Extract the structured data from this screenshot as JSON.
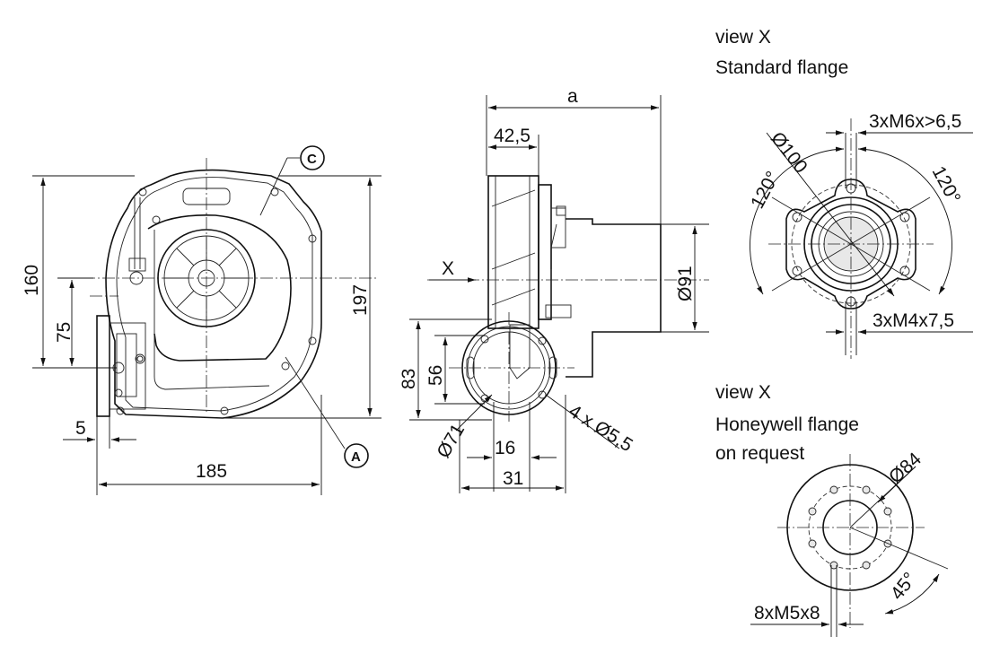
{
  "views": {
    "front": {
      "dims": {
        "width": "185",
        "height_total": "197",
        "height_outlet": "160",
        "height_axis": "75",
        "flange_offset": "5"
      },
      "callouts": {
        "c": "C",
        "a": "A"
      }
    },
    "side": {
      "dims": {
        "overall": "a",
        "offset": "42,5",
        "outlet_dia": "Ø91",
        "height_83": "83",
        "height_56": "56",
        "dia_71": "Ø71",
        "width_16": "16",
        "width_31": "31",
        "holes": "4 x Ø5,5"
      },
      "view_marker": "X"
    },
    "standard_flange": {
      "title_line1": "view X",
      "title_line2": "Standard flange",
      "dims": {
        "bolt_circle": "Ø100",
        "top_holes": "3xM6x>6,5",
        "angle_left": "120°",
        "angle_right": "120°",
        "bottom_holes": "3xM4x7,5"
      }
    },
    "honeywell_flange": {
      "title_line1": "view X",
      "title_line2": "Honeywell flange",
      "title_line3": "on request",
      "dims": {
        "bolt_circle": "Ø84",
        "holes": "8xM5x8",
        "angle": "45°"
      }
    }
  }
}
